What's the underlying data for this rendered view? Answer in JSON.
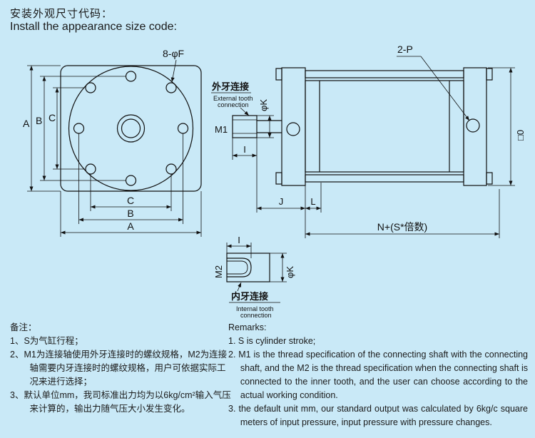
{
  "header": {
    "title_zh": "安装外观尺寸代码：",
    "title_en": "Install the appearance size code:"
  },
  "drawing": {
    "front": {
      "holes_label": "8-φF",
      "dim_a": "A",
      "dim_b": "B",
      "dim_c": "C"
    },
    "side": {
      "ports_label": "2-P",
      "ext_zh": "外牙连接",
      "ext_en1": "External tooth",
      "ext_en2": "connection",
      "m1": "M1",
      "dia_k": "φK",
      "dim_i": "I",
      "dim_j": "J",
      "dim_l": "L",
      "dim_n": "N+(S*倍数)",
      "dim_o": "□0"
    },
    "internal": {
      "m2": "M2",
      "dim_i": "I",
      "dia_k": "φK",
      "int_zh": "内牙连接",
      "int_en1": "Internal tooth",
      "int_en2": "connection"
    }
  },
  "remarks_zh": {
    "title": "备注：",
    "items": [
      "1、S为气缸行程；",
      "2、M1为连接轴使用外牙连接时的螺纹规格，M2为连接轴需要内牙连接时的螺纹规格，用户可依据实际工况来进行选择；",
      "3、默认单位mm，我司标准出力均为以6kg/cm²输入气压来计算的，输出力随气压大小发生变化。"
    ]
  },
  "remarks_en": {
    "title": "Remarks:",
    "items": [
      "1. S is cylinder stroke;",
      "2. M1 is the thread specification of the connecting shaft with the connecting shaft, and the M2 is the thread specification when the connecting shaft is connected to the inner tooth, and the user can choose according to the actual working condition.",
      "3. the default unit mm, our standard output was calculated by 6kg/c square meters of input pressure, input pressure with pressure changes."
    ]
  }
}
